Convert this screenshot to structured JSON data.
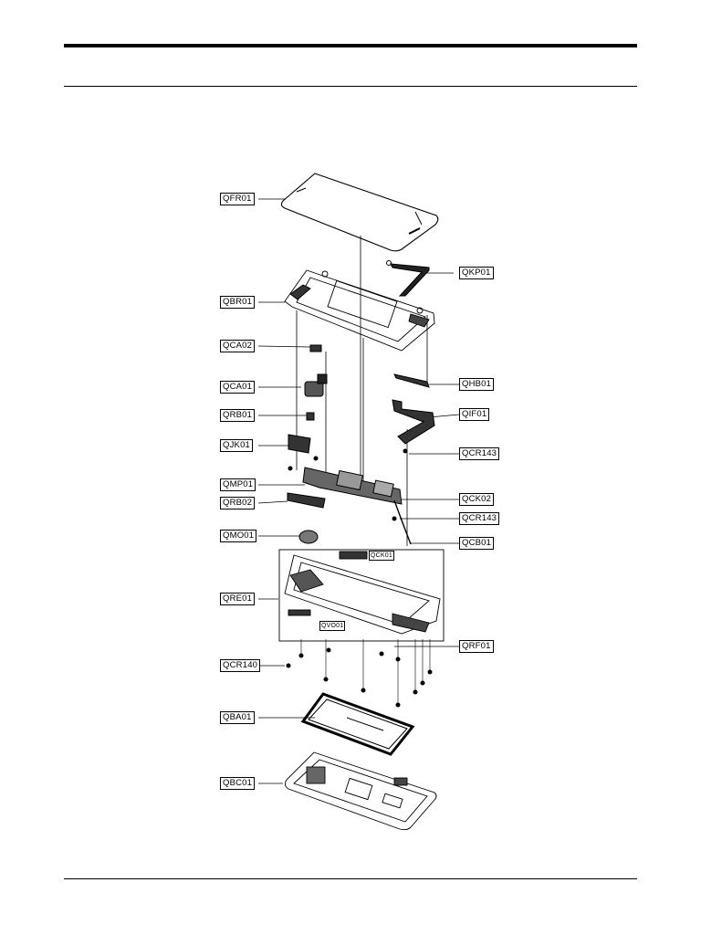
{
  "labels": {
    "QFR01": "QFR01",
    "QKP01": "QKP01",
    "QBR01": "QBR01",
    "QCA02": "QCA02",
    "QHB01": "QHB01",
    "QCA01": "QCA01",
    "QRB01": "QRB01",
    "QIF01": "QIF01",
    "QJK01": "QJK01",
    "QCR143a": "QCR143",
    "QMP01": "QMP01",
    "QCK02": "QCK02",
    "QRB02": "QRB02",
    "QCR143b": "QCR143",
    "QMO01": "QMO01",
    "QCB01": "QCB01",
    "QCK01": "QCK01",
    "QRE01": "QRE01",
    "QVO01": "QVO01",
    "QRF01": "QRF01",
    "QCR140": "QCR140",
    "QBA01": "QBA01",
    "QBC01": "QBC01"
  },
  "icons": {
    "front_window": "display-glass-icon",
    "bracket": "front-bracket-icon",
    "main_pcb": "main-board-icon",
    "rear_case": "rear-case-icon",
    "battery": "battery-icon",
    "back_cover": "back-cover-icon"
  }
}
